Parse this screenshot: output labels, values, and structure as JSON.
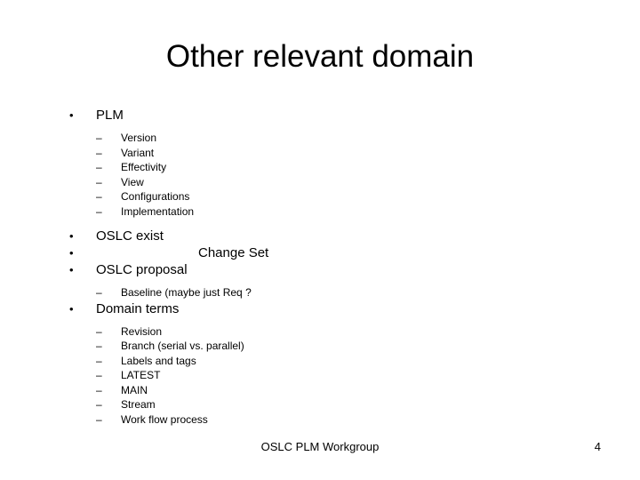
{
  "slide": {
    "title": "Other relevant domain",
    "bullet_marker_level1": "•",
    "bullet_marker_level2": "–",
    "blocks": [
      {
        "level": 1,
        "text": "PLM",
        "children": [
          "Version",
          "Variant",
          "Effectivity",
          "View",
          "Configurations",
          "Implementation"
        ]
      },
      {
        "level": 1,
        "text": "OSLC exist",
        "children": []
      },
      {
        "level": 1,
        "text": "Change Set",
        "extra_indent": true,
        "children": []
      },
      {
        "level": 1,
        "text": "OSLC proposal",
        "children": [
          "Baseline (maybe just Req ?"
        ]
      },
      {
        "level": 1,
        "text": "Domain terms",
        "children": [
          "Revision",
          "Branch  (serial vs. parallel)",
          "Labels and tags",
          "LATEST",
          "MAIN",
          "Stream",
          "Work flow process"
        ]
      }
    ],
    "footer": {
      "center": "OSLC PLM Workgroup",
      "page_number": "4"
    }
  }
}
